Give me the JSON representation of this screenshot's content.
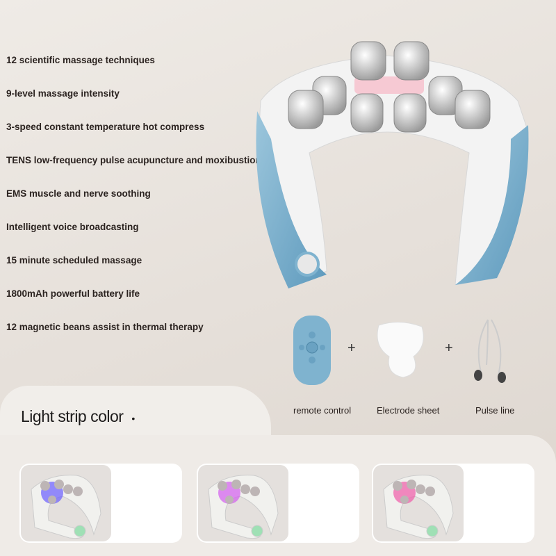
{
  "features": [
    "12 scientific massage techniques",
    "9-level massage intensity",
    "3-speed constant temperature hot compress",
    "TENS low-frequency pulse acupuncture and moxibustion",
    "EMS muscle and nerve soothing",
    "Intelligent voice broadcasting",
    "15 minute scheduled massage",
    "1800mAh powerful battery life",
    "12 magnetic beans assist in thermal therapy"
  ],
  "accessories": {
    "plus": "+",
    "items": [
      {
        "label": "remote control"
      },
      {
        "label": "Electrode sheet"
      },
      {
        "label": "Pulse line"
      }
    ]
  },
  "light_strip": {
    "title": "Light strip color",
    "bullet": "•",
    "colors": [
      {
        "name": "blue",
        "hex": "#6a5cff"
      },
      {
        "name": "purple",
        "hex": "#d35cf0"
      },
      {
        "name": "pink",
        "hex": "#f05aa8"
      }
    ]
  },
  "colors": {
    "device_blue": "#7fb3cf",
    "device_white": "#f2f2f2"
  }
}
